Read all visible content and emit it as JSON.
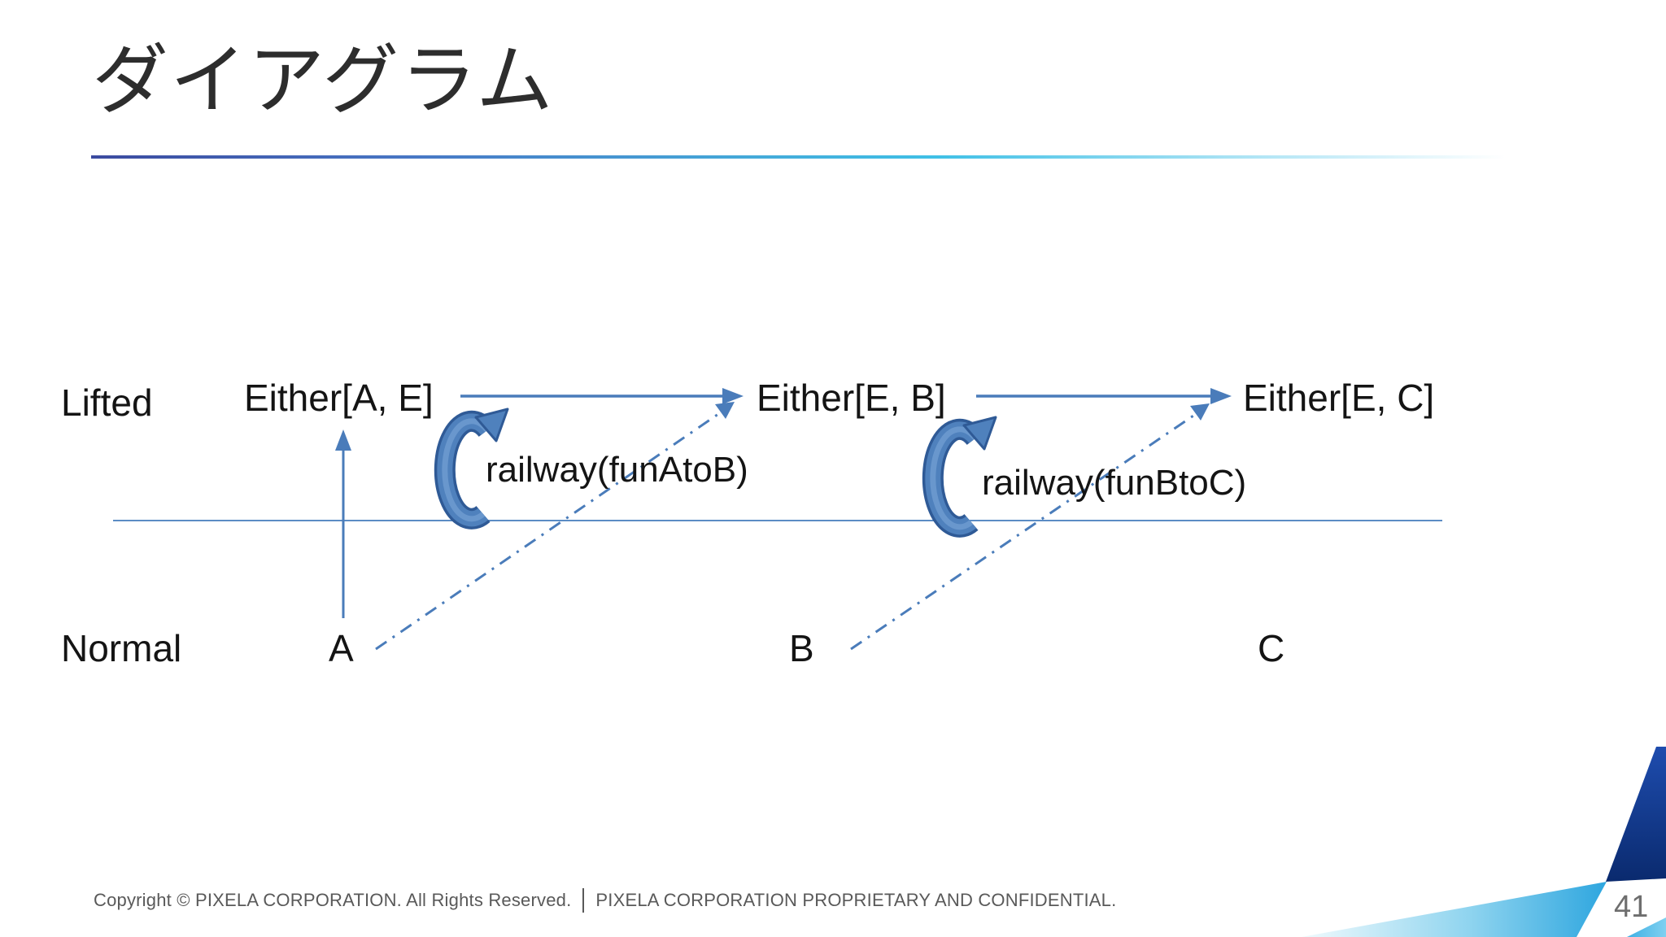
{
  "slide": {
    "title": "ダイアグラム",
    "page_number": "41",
    "footer_left": "Copyright © PIXELA CORPORATION. All Rights Reserved.",
    "footer_right": "PIXELA CORPORATION PROPRIETARY AND CONFIDENTIAL."
  },
  "diagram": {
    "level_labels": {
      "lifted": "Lifted",
      "normal": "Normal"
    },
    "lifted_nodes": [
      "Either[A, E]",
      "Either[E, B]",
      "Either[E, C]"
    ],
    "normal_nodes": [
      "A",
      "B",
      "C"
    ],
    "railway_labels": [
      "railway(funAtoB)",
      "railway(funBtoC)"
    ],
    "colors": {
      "arrow_line": "#4a7cba",
      "baseline": "#5b8cc4",
      "arc_fill": "#4f81bd",
      "arc_highlight": "#6d9bd0",
      "arc_outline": "#2f5a96",
      "rule_start": "#3b4a9f",
      "rule_mid": "#3fc0e6",
      "corner_dark": "#0d2f7a",
      "corner_light": "#2ea6df",
      "footer_text": "#595959",
      "page_number_text": "#6e6e6e"
    }
  }
}
